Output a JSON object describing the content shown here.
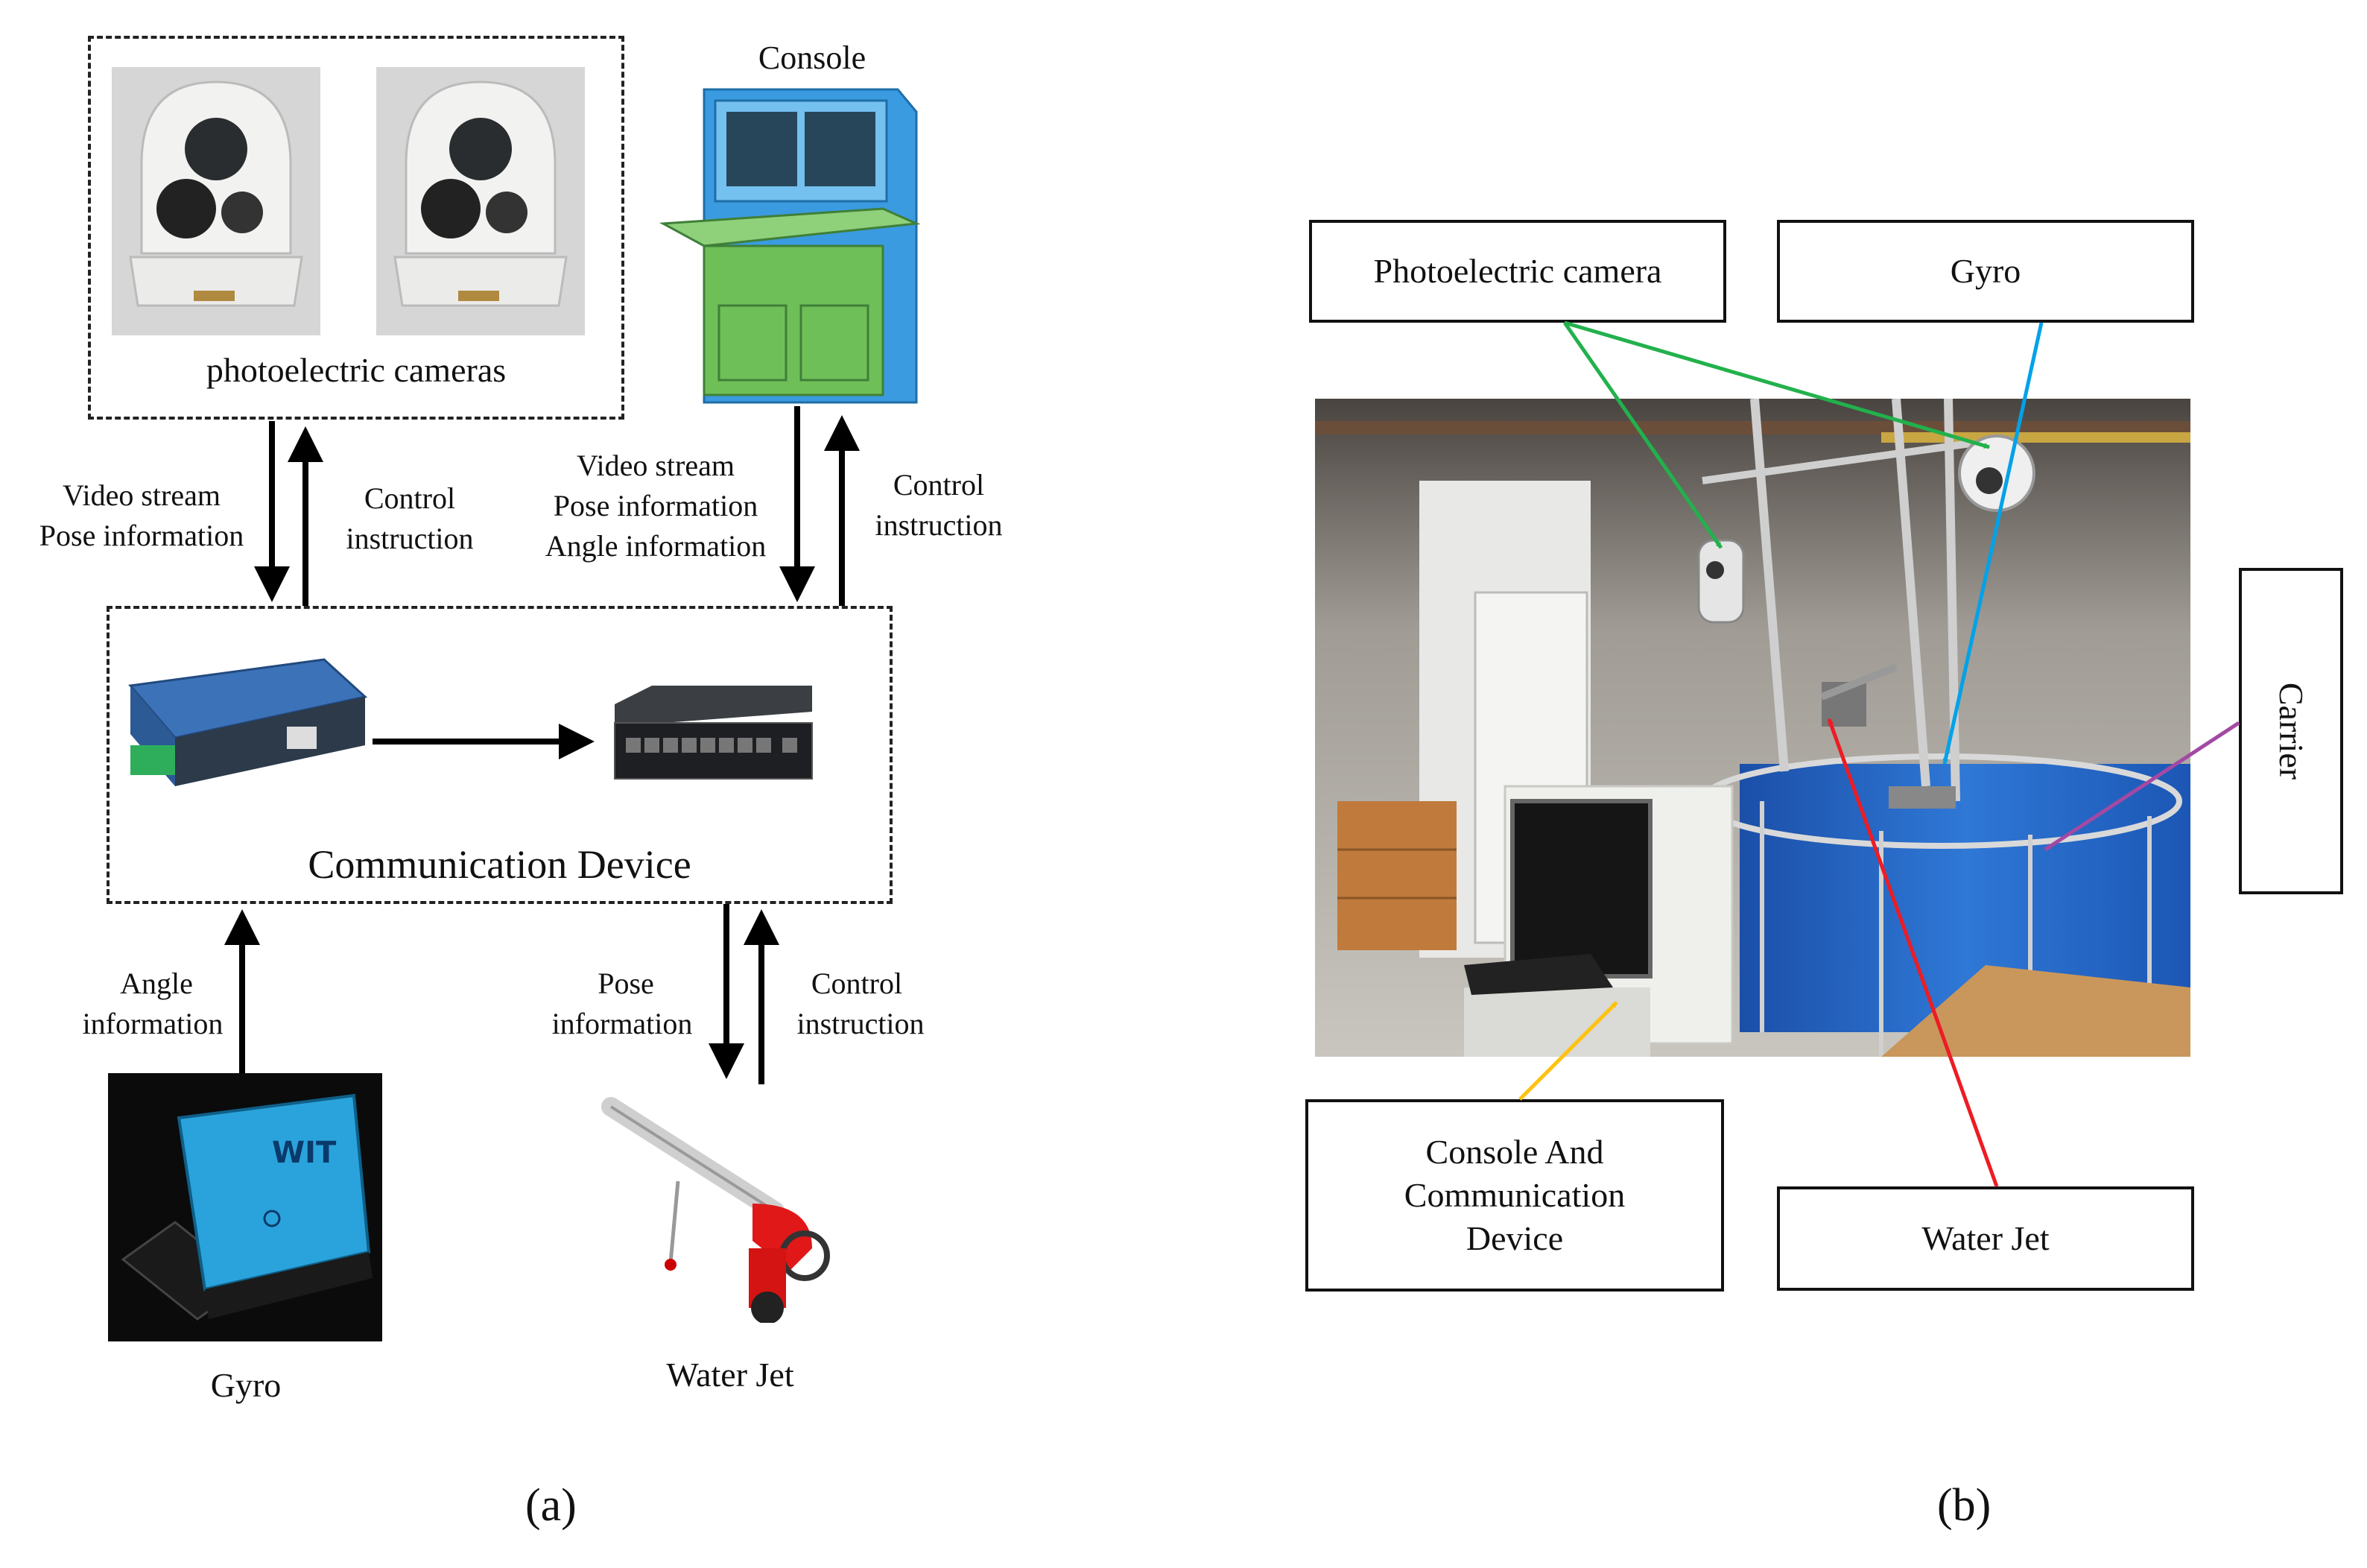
{
  "panel_a": {
    "caption": "(a)",
    "cameras_group_label": "photoelectric cameras",
    "console_label": "Console",
    "comm_device_label": "Communication Device",
    "gyro_label": "Gyro",
    "water_jet_label": "Water Jet",
    "arrow_labels": {
      "cam_down": [
        "Video stream",
        "Pose information"
      ],
      "cam_up": [
        "Control",
        "instruction"
      ],
      "console_down": [
        "Video stream",
        "Pose information",
        "Angle information"
      ],
      "console_up": [
        "Control",
        "instruction"
      ],
      "gyro_up": [
        "Angle",
        "information"
      ],
      "jet_down": [
        "Pose",
        "information"
      ],
      "jet_up": [
        "Control",
        "instruction"
      ]
    }
  },
  "panel_b": {
    "caption": "(b)",
    "callouts": {
      "photoelectric_camera": "Photoelectric camera",
      "gyro": "Gyro",
      "carrier": "Carrier",
      "console_comm": [
        "Console And",
        "Communication",
        "Device"
      ],
      "water_jet": "Water Jet"
    },
    "colors": {
      "camera_arrow": "#22b14c",
      "gyro_arrow": "#00a2e8",
      "carrier_arrow": "#a349a4",
      "console_arrow": "#ffc20e",
      "water_jet_arrow": "#ed1c24"
    }
  }
}
